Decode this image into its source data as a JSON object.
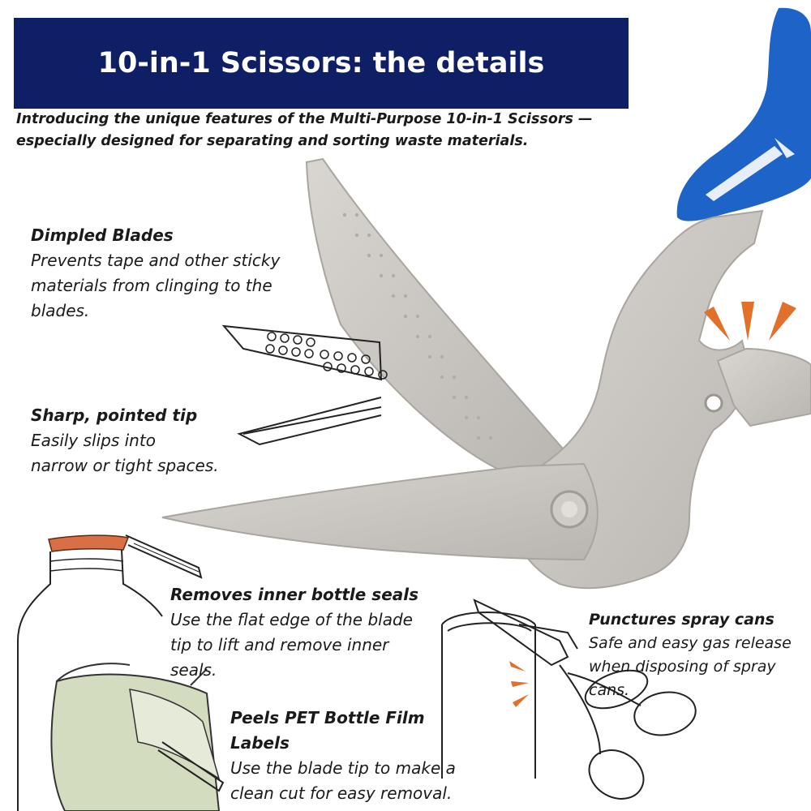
{
  "header": {
    "title": "10-in-1 Scissors: the details",
    "subtitle": "Introducing the unique features of the Multi-Purpose 10-in-1 Scissors — especially designed for separating and sorting waste materials."
  },
  "features": [
    {
      "title": "Dimpled Blades",
      "description": "Prevents tape and other sticky\nmaterials from clinging to the\nblades."
    },
    {
      "title": "Sharp, pointed tip",
      "description": "Easily slips into\nnarrow or tight spaces."
    },
    {
      "title": "Removes inner bottle seals",
      "description": "Use the flat edge of the blade\ntip to lift and remove inner\n      seals."
    },
    {
      "title": "Punctures spray cans",
      "description": "Safe and easy gas release\nwhen disposing of spray\n                 cans."
    },
    {
      "title": "Peels PET Bottle Film Labels",
      "description": "Use the blade tip to make a\nclean cut for easy removal."
    }
  ],
  "colors": {
    "banner": "#0f1f66",
    "handle_blue": "#1e64c8",
    "blade_steel": "#c9c6c2",
    "accent_orange": "#e0702a",
    "cap_orange": "#d86f45",
    "label_green": "#d4dcc0"
  },
  "icons": [
    "scissors-product-photo",
    "dimpled-blade-sketch",
    "pointed-tip-sketch",
    "bottle-cap-sketch",
    "spray-can-sketch",
    "pet-bottle-label-sketch",
    "impact-burst-icon"
  ]
}
